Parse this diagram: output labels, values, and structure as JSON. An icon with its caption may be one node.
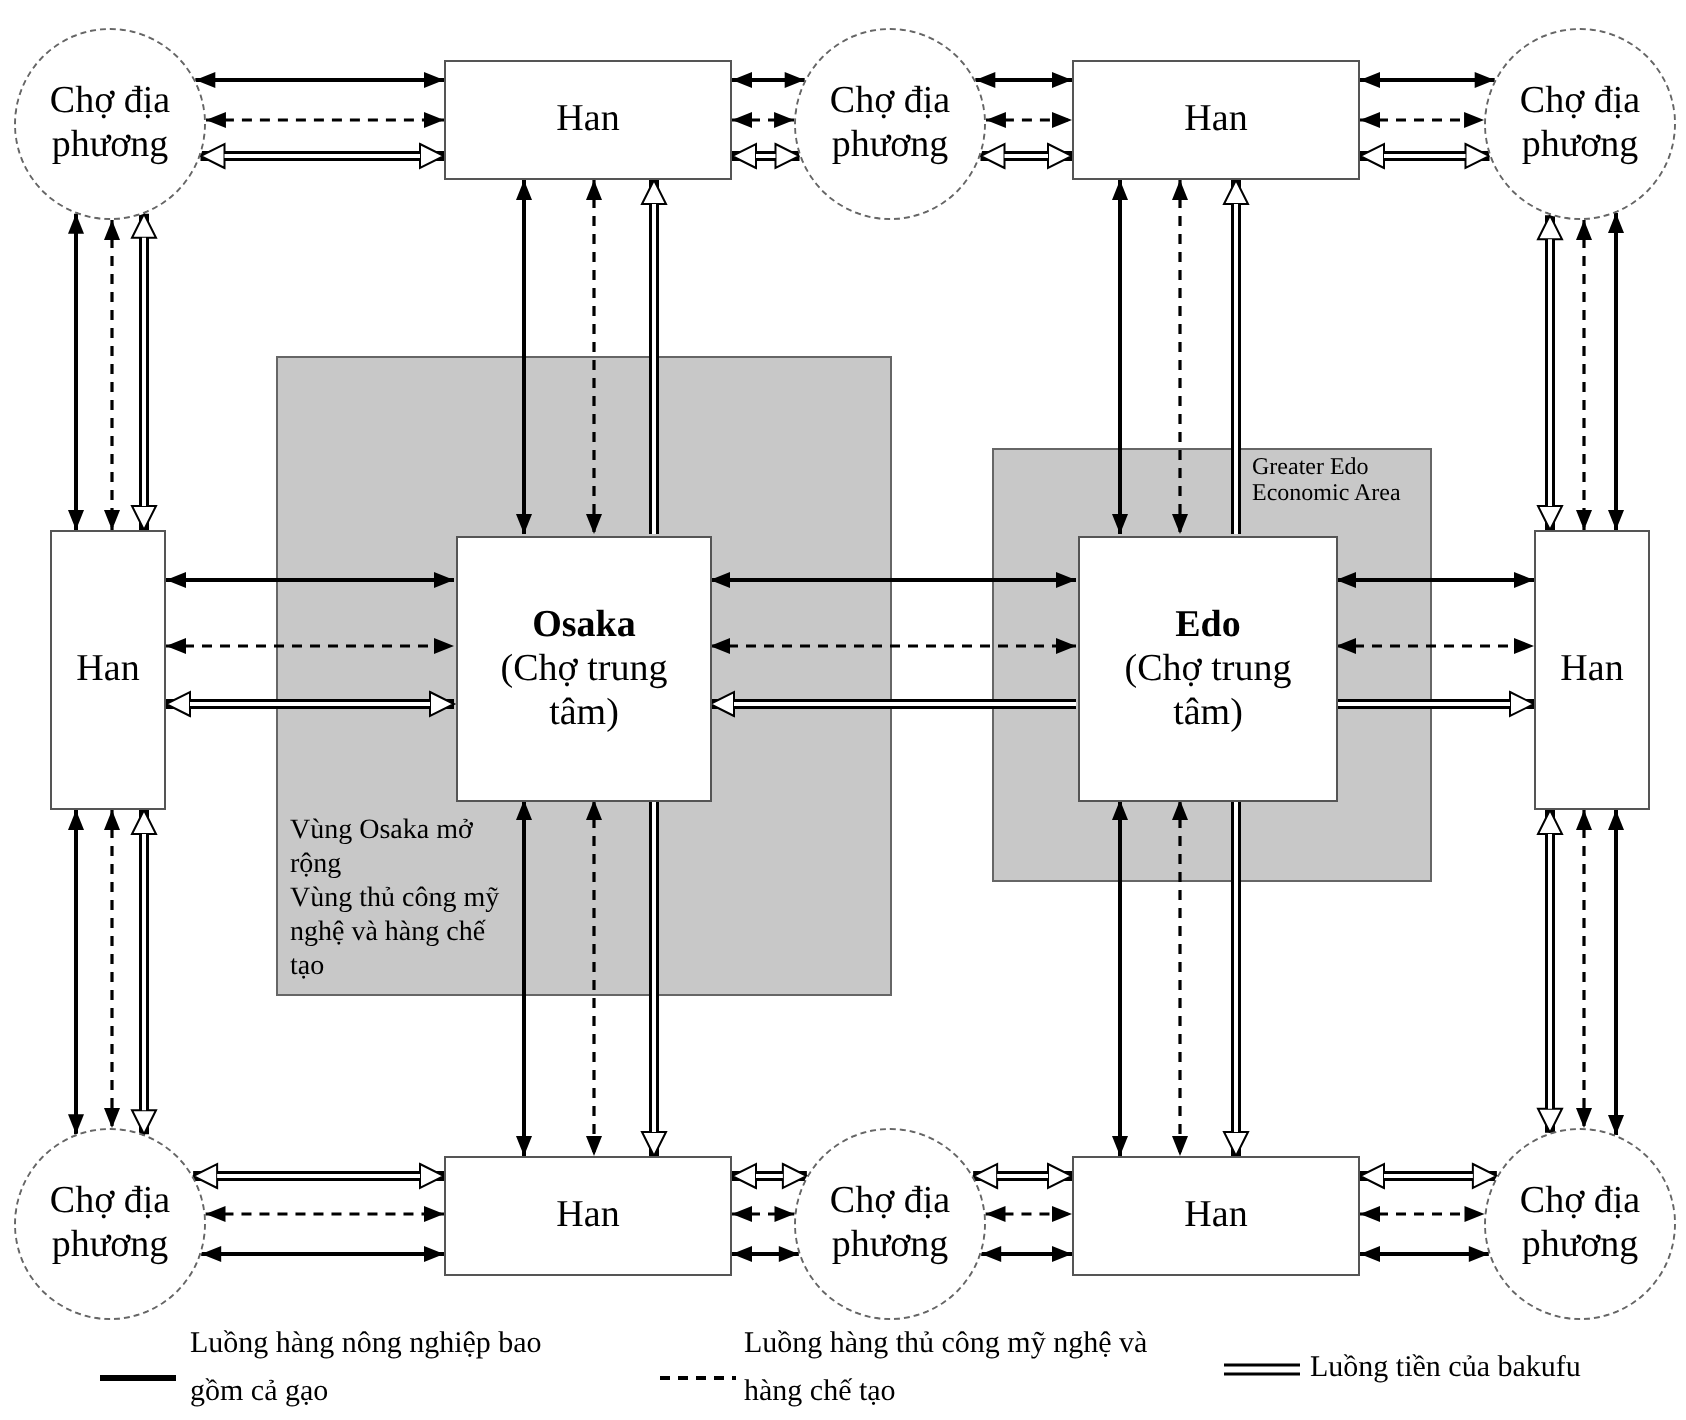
{
  "diagram": {
    "nodes": [
      {
        "text": [
          "Chợ địa phương"
        ]
      },
      {
        "text": [
          "Han"
        ]
      },
      {
        "text": [
          "Chợ địa phương"
        ]
      },
      {
        "text": [
          "Han"
        ]
      },
      {
        "text": [
          "Chợ địa phương"
        ]
      },
      {
        "text": [
          "Vùng Osaka mở rộng",
          "Vùng thủ công mỹ nghệ và hàng chế tạo"
        ]
      },
      {
        "text": [
          "Greater Edo Economic Area"
        ]
      },
      {
        "text": [
          "Han"
        ]
      },
      {
        "text": [
          "Osaka",
          "(Chợ trung tâm)"
        ],
        "in": 5
      },
      {
        "text": [
          "Edo",
          "(Chợ trung tâm)"
        ],
        "in": 6
      },
      {
        "text": [
          "Han"
        ]
      },
      {
        "text": [
          "Chợ địa phương"
        ]
      },
      {
        "text": [
          "Han"
        ]
      },
      {
        "text": [
          "Chợ địa phương"
        ]
      },
      {
        "text": [
          "Han"
        ]
      },
      {
        "text": [
          "Chợ địa phương"
        ]
      }
    ],
    "edges": [
      {
        "from": 0,
        "to": 1,
        "arrow": "both"
      },
      {
        "from": 0,
        "to": 1,
        "arrow": "both",
        "style": "dashed"
      },
      {
        "from": 0,
        "to": 1,
        "arrow": "both",
        "style": "thick"
      },
      {
        "from": 1,
        "to": 2,
        "arrow": "both"
      },
      {
        "from": 1,
        "to": 2,
        "arrow": "both",
        "style": "dashed"
      },
      {
        "from": 1,
        "to": 2,
        "arrow": "both",
        "style": "thick"
      },
      {
        "from": 2,
        "to": 3,
        "arrow": "both"
      },
      {
        "from": 2,
        "to": 3,
        "arrow": "both",
        "style": "dashed"
      },
      {
        "from": 2,
        "to": 3,
        "arrow": "both",
        "style": "thick"
      },
      {
        "from": 3,
        "to": 4,
        "arrow": "both"
      },
      {
        "from": 3,
        "to": 4,
        "arrow": "both",
        "style": "dashed"
      },
      {
        "from": 3,
        "to": 4,
        "arrow": "both",
        "style": "thick"
      },
      {
        "from": 0,
        "to": 7,
        "arrow": "both"
      },
      {
        "from": 0,
        "to": 7,
        "arrow": "both",
        "style": "dashed"
      },
      {
        "from": 0,
        "to": 7,
        "arrow": "both",
        "style": "thick"
      },
      {
        "from": 1,
        "to": 8,
        "arrow": "both"
      },
      {
        "from": 1,
        "to": 8,
        "arrow": "both",
        "style": "dashed"
      },
      {
        "from": 8,
        "to": 1,
        "arrow": "to",
        "style": "thick"
      },
      {
        "from": 3,
        "to": 9,
        "arrow": "both"
      },
      {
        "from": 3,
        "to": 9,
        "arrow": "both",
        "style": "dashed"
      },
      {
        "from": 9,
        "to": 3,
        "arrow": "to",
        "style": "thick"
      },
      {
        "from": 4,
        "to": 10,
        "arrow": "both"
      },
      {
        "from": 4,
        "to": 10,
        "arrow": "both",
        "style": "dashed"
      },
      {
        "from": 4,
        "to": 10,
        "arrow": "both",
        "style": "thick"
      },
      {
        "from": 7,
        "to": 8,
        "arrow": "both"
      },
      {
        "from": 7,
        "to": 8,
        "arrow": "both",
        "style": "dashed"
      },
      {
        "from": 7,
        "to": 8,
        "arrow": "both",
        "style": "thick"
      },
      {
        "from": 8,
        "to": 9,
        "arrow": "both"
      },
      {
        "from": 8,
        "to": 9,
        "arrow": "both",
        "style": "dashed"
      },
      {
        "from": 9,
        "to": 8,
        "arrow": "to",
        "style": "thick"
      },
      {
        "from": 9,
        "to": 10,
        "arrow": "both"
      },
      {
        "from": 9,
        "to": 10,
        "arrow": "both",
        "style": "dashed"
      },
      {
        "from": 9,
        "to": 10,
        "arrow": "to",
        "style": "thick"
      },
      {
        "from": 7,
        "to": 11,
        "arrow": "both"
      },
      {
        "from": 7,
        "to": 11,
        "arrow": "both",
        "style": "dashed"
      },
      {
        "from": 7,
        "to": 11,
        "arrow": "both",
        "style": "thick"
      },
      {
        "from": 8,
        "to": 12,
        "arrow": "both"
      },
      {
        "from": 8,
        "to": 12,
        "arrow": "both",
        "style": "dashed"
      },
      {
        "from": 8,
        "to": 12,
        "arrow": "to",
        "style": "thick"
      },
      {
        "from": 9,
        "to": 14,
        "arrow": "both"
      },
      {
        "from": 9,
        "to": 14,
        "arrow": "both",
        "style": "dashed"
      },
      {
        "from": 9,
        "to": 14,
        "arrow": "to",
        "style": "thick"
      },
      {
        "from": 10,
        "to": 15,
        "arrow": "both"
      },
      {
        "from": 10,
        "to": 15,
        "arrow": "both",
        "style": "dashed"
      },
      {
        "from": 10,
        "to": 15,
        "arrow": "both",
        "style": "thick"
      },
      {
        "from": 11,
        "to": 12,
        "arrow": "both",
        "style": "thick"
      },
      {
        "from": 11,
        "to": 12,
        "arrow": "both",
        "style": "dashed"
      },
      {
        "from": 11,
        "to": 12,
        "arrow": "both"
      },
      {
        "from": 12,
        "to": 13,
        "arrow": "both",
        "style": "thick"
      },
      {
        "from": 12,
        "to": 13,
        "arrow": "both",
        "style": "dashed"
      },
      {
        "from": 12,
        "to": 13,
        "arrow": "both"
      },
      {
        "from": 13,
        "to": 14,
        "arrow": "both",
        "style": "thick"
      },
      {
        "from": 13,
        "to": 14,
        "arrow": "both",
        "style": "dashed"
      },
      {
        "from": 13,
        "to": 14,
        "arrow": "both"
      },
      {
        "from": 14,
        "to": 15,
        "arrow": "both",
        "style": "thick"
      },
      {
        "from": 14,
        "to": 15,
        "arrow": "both",
        "style": "dashed"
      },
      {
        "from": 14,
        "to": 15,
        "arrow": "both"
      }
    ],
    "legend": [
      {
        "text": "Luồng hàng nông nghiệp bao gồm cả gạo"
      },
      {
        "text": "Luồng hàng thủ công mỹ nghệ và hàng chế tạo"
      },
      {
        "text": "Luồng tiền của bakufu"
      }
    ]
  }
}
